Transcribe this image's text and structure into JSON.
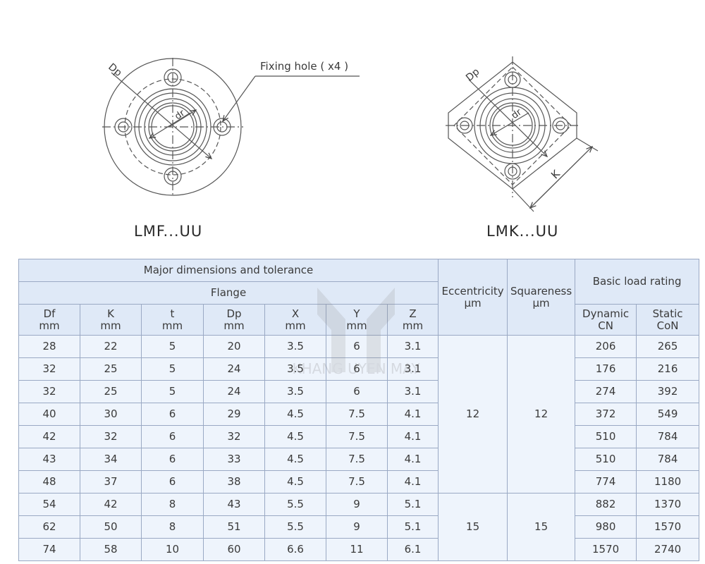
{
  "drawing": {
    "left_caption": "LMF...UU",
    "right_caption": "LMK...UU",
    "fixing_hole_label": "Fixing hole ( x4 )",
    "labels": {
      "dp": "Dp",
      "dr": "dr",
      "k": "K"
    }
  },
  "table": {
    "header": {
      "major": "Major dimensions and tolerance",
      "flange": "Flange",
      "eccentricity": "Eccentricity",
      "eccentricity_unit": "µm",
      "squareness": "Squareness",
      "squareness_unit": "µm",
      "load_rating": "Basic load rating",
      "columns": [
        {
          "name": "Df",
          "unit": "mm"
        },
        {
          "name": "K",
          "unit": "mm"
        },
        {
          "name": "t",
          "unit": "mm"
        },
        {
          "name": "Dp",
          "unit": "mm"
        },
        {
          "name": "X",
          "unit": "mm"
        },
        {
          "name": "Y",
          "unit": "mm"
        },
        {
          "name": "Z",
          "unit": "mm"
        }
      ],
      "dynamic": {
        "name": "Dynamic",
        "unit": "CN"
      },
      "static": {
        "name": "Static",
        "unit": "CoN"
      }
    },
    "rows": [
      [
        "28",
        "22",
        "5",
        "20",
        "3.5",
        "6",
        "3.1",
        "206",
        "265"
      ],
      [
        "32",
        "25",
        "5",
        "24",
        "3.5",
        "6",
        "3.1",
        "176",
        "216"
      ],
      [
        "32",
        "25",
        "5",
        "24",
        "3.5",
        "6",
        "3.1",
        "274",
        "392"
      ],
      [
        "40",
        "30",
        "6",
        "29",
        "4.5",
        "7.5",
        "4.1",
        "372",
        "549"
      ],
      [
        "42",
        "32",
        "6",
        "32",
        "4.5",
        "7.5",
        "4.1",
        "510",
        "784"
      ],
      [
        "43",
        "34",
        "6",
        "33",
        "4.5",
        "7.5",
        "4.1",
        "510",
        "784"
      ],
      [
        "48",
        "37",
        "6",
        "38",
        "4.5",
        "7.5",
        "4.1",
        "774",
        "1180"
      ],
      [
        "54",
        "42",
        "8",
        "43",
        "5.5",
        "9",
        "5.1",
        "882",
        "1370"
      ],
      [
        "62",
        "50",
        "8",
        "51",
        "5.5",
        "9",
        "5.1",
        "980",
        "1570"
      ],
      [
        "74",
        "58",
        "10",
        "60",
        "6.6",
        "11",
        "6.1",
        "1570",
        "2740"
      ]
    ],
    "group1": {
      "eccentricity": "12",
      "squareness": "12"
    },
    "group2": {
      "eccentricity": "15",
      "squareness": "15"
    }
  },
  "watermark": "KHANG UYEN MAY"
}
